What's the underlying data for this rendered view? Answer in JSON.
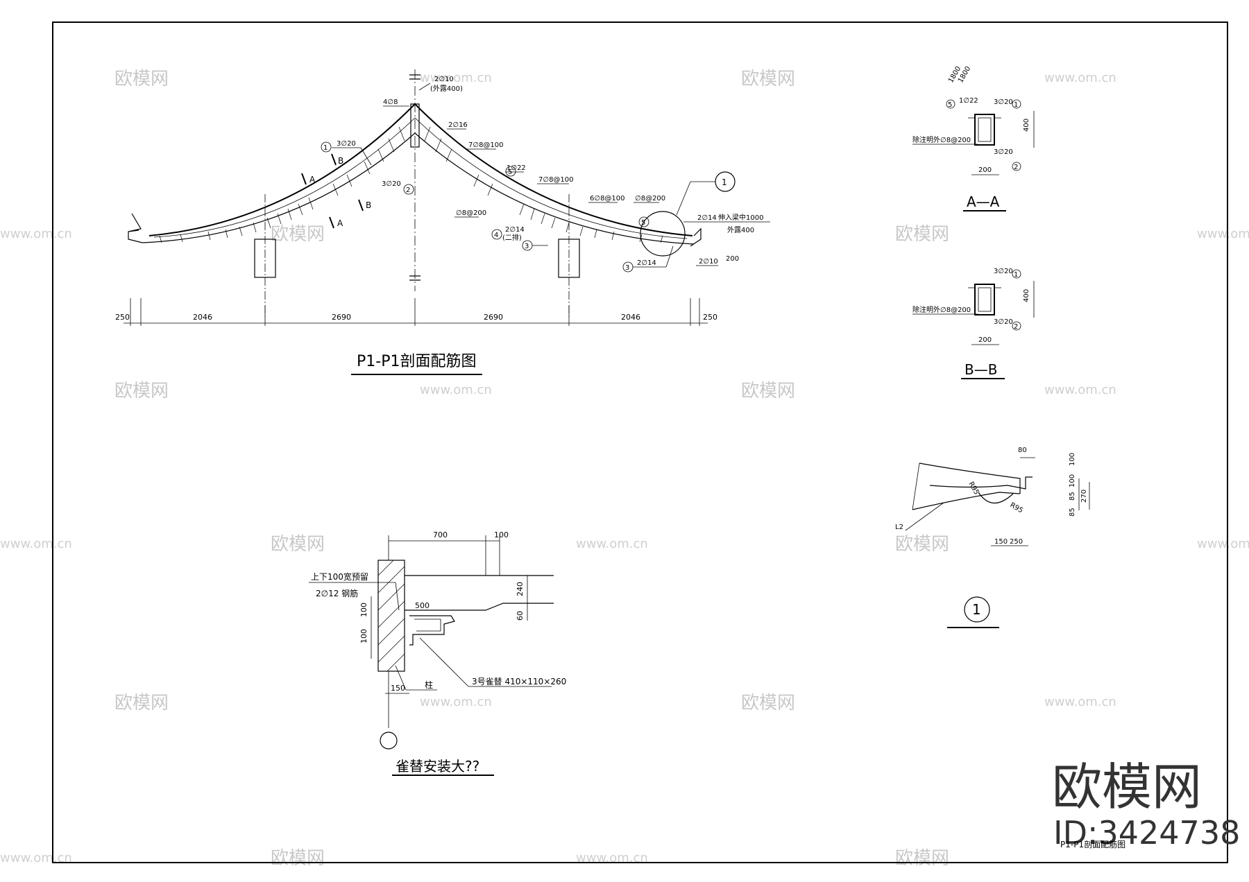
{
  "main_section": {
    "title": "P1-P1剖面配筋图",
    "dimensions": [
      "250",
      "2046",
      "2690",
      "2690",
      "2046",
      "250"
    ],
    "annotations": {
      "top_bar": "2∅10",
      "top_bar_note": "(外露400)",
      "ridge_bars": "4∅8",
      "upper_bars_1": "3∅20",
      "lower_bars_2": "3∅20",
      "stirrup_a": "7∅8@100",
      "stirrup_b": "7∅8@100",
      "stirrup_c": "6∅8@100",
      "stirrup_d": "∅8@200",
      "stirrup_e": "∅8@200",
      "bar_16": "2∅16",
      "bar_22": "1∅22",
      "bar_14a": "2∅14",
      "bar_14a_note": "(二排)",
      "bar_14b": "2∅14",
      "bar_14b_note": "伸入梁中1000",
      "bar_14b_note2": "外露400",
      "bar_14c": "2∅14",
      "bar_10": "2∅10",
      "bar_10_note": "200",
      "callout_1": "1",
      "callout_2": "2",
      "callout_3": "3",
      "callout_4": "4",
      "callout_5": "5",
      "section_a": "A",
      "section_b": "B",
      "detail_ref": "1"
    }
  },
  "section_aa": {
    "title": "A—A",
    "top_bars": "3∅20",
    "bottom_bars": "3∅20",
    "stirrups": "除注明外∅8@200",
    "mid_bar": "1∅22",
    "height": "400",
    "width": "200",
    "extra_a": "1800",
    "extra_b": "1800"
  },
  "section_bb": {
    "title": "B—B",
    "top_bars": "3∅20",
    "bottom_bars": "3∅20",
    "stirrups": "除注明外∅8@200",
    "height": "400",
    "width": "200"
  },
  "detail_1": {
    "title": "1",
    "dims": [
      "80",
      "100",
      "100",
      "85",
      "85",
      "270",
      "150",
      "250"
    ],
    "beam_label": "L2",
    "r1": "R95",
    "r2": "R95"
  },
  "bracket_detail": {
    "title": "雀替安装大??",
    "dims": [
      "700",
      "100",
      "240",
      "60",
      "100",
      "100",
      "150",
      "500"
    ],
    "note_1": "上下100宽预留",
    "note_2": "2∅12 钢筋",
    "column_label": "柱",
    "bracket_label": "3号雀替 410×110×260"
  },
  "title_block": {
    "drawing_name": "P1-P1剖面配筋图"
  },
  "watermark": {
    "brand": "欧模网",
    "url": "www.om.cn",
    "id": "ID:3424738"
  }
}
